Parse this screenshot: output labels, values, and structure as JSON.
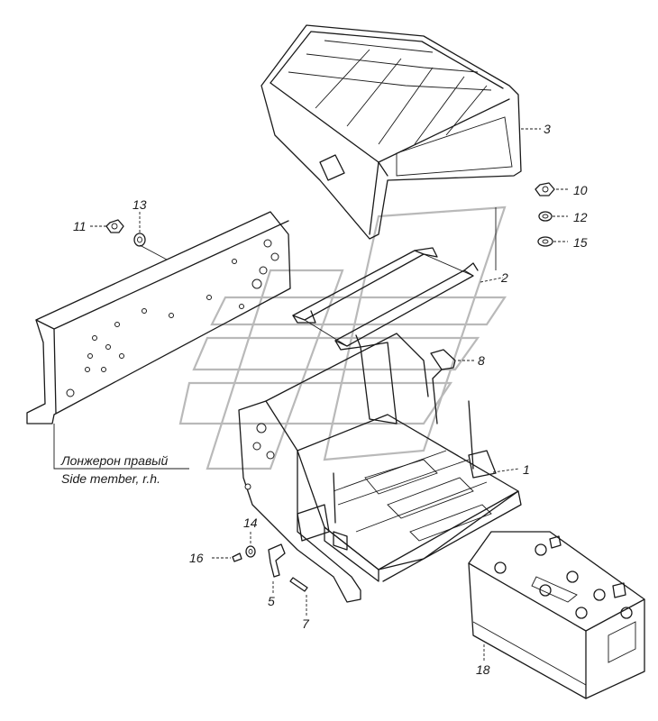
{
  "callouts": [
    {
      "id": "1",
      "label": "1"
    },
    {
      "id": "2",
      "label": "2"
    },
    {
      "id": "3",
      "label": "3"
    },
    {
      "id": "5",
      "label": "5"
    },
    {
      "id": "7",
      "label": "7"
    },
    {
      "id": "8",
      "label": "8"
    },
    {
      "id": "10",
      "label": "10"
    },
    {
      "id": "11",
      "label": "11"
    },
    {
      "id": "12",
      "label": "12"
    },
    {
      "id": "13",
      "label": "13"
    },
    {
      "id": "14",
      "label": "14"
    },
    {
      "id": "15",
      "label": "15"
    },
    {
      "id": "16",
      "label": "16"
    },
    {
      "id": "18",
      "label": "18"
    }
  ],
  "side_member": {
    "caption_ru": "Лонжерон правый",
    "caption_en": "Side member, r.h."
  }
}
